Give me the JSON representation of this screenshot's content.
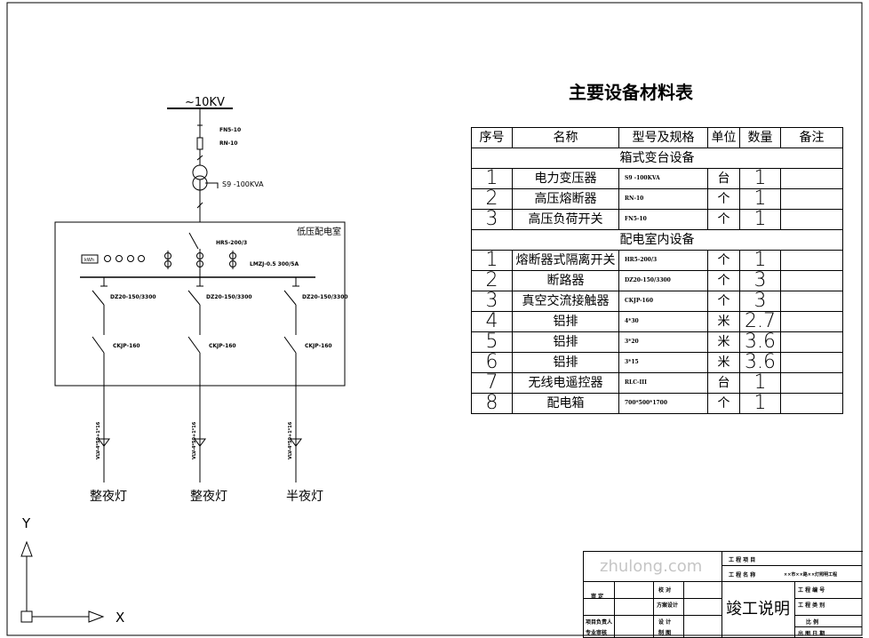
{
  "diagram": {
    "source_voltage": "~10KV",
    "load_switch": "FN5-10",
    "hv_fuse": "RN-10",
    "transformer": "S9 -100KVA",
    "lv_room_label": "低压配电室",
    "isolator": "HR5-200/3",
    "meter_box": "kWh",
    "current_transformer": "LMZJ-0.5 300/5A",
    "branches": [
      {
        "breaker": "DZ20-150/3300",
        "contactor": "CKJP-160",
        "cable": "VLV-4*50+1*16",
        "load": "整夜灯"
      },
      {
        "breaker": "DZ20-150/3300",
        "contactor": "CKJP-160",
        "cable": "VLV-4*50+1*16",
        "load": "整夜灯"
      },
      {
        "breaker": "DZ20-150/3300",
        "contactor": "CKJP-160",
        "cable": "VLV-4*50+1*16",
        "load": "半夜灯"
      }
    ],
    "axis": {
      "y": "Y",
      "x": "X"
    }
  },
  "table": {
    "title": "主要设备材料表",
    "headers": [
      "序号",
      "名称",
      "型号及规格",
      "单位",
      "数量",
      "备注"
    ],
    "sections": [
      {
        "name": "箱式变台设备",
        "rows": [
          {
            "no": "1",
            "name": "电力变压器",
            "spec": "S9 -100KVA",
            "unit": "台",
            "qty": "1",
            "note": ""
          },
          {
            "no": "2",
            "name": "高压熔断器",
            "spec": "RN-10",
            "unit": "个",
            "qty": "1",
            "note": ""
          },
          {
            "no": "3",
            "name": "高压负荷开关",
            "spec": "FN5-10",
            "unit": "个",
            "qty": "1",
            "note": ""
          }
        ]
      },
      {
        "name": "配电室内设备",
        "rows": [
          {
            "no": "1",
            "name": "熔断器式隔离开关",
            "spec": "HR5-200/3",
            "unit": "个",
            "qty": "1",
            "note": ""
          },
          {
            "no": "2",
            "name": "断路器",
            "spec": "DZ20-150/3300",
            "unit": "个",
            "qty": "3",
            "note": ""
          },
          {
            "no": "3",
            "name": "真空交流接触器",
            "spec": "CKJP-160",
            "unit": "个",
            "qty": "3",
            "note": ""
          },
          {
            "no": "4",
            "name": "铝排",
            "spec": "4*30",
            "unit": "米",
            "qty": "2.7",
            "note": ""
          },
          {
            "no": "5",
            "name": "铝排",
            "spec": "3*20",
            "unit": "米",
            "qty": "3.6",
            "note": ""
          },
          {
            "no": "6",
            "name": "铝排",
            "spec": "3*15",
            "unit": "米",
            "qty": "3.6",
            "note": ""
          },
          {
            "no": "7",
            "name": "无线电遥控器",
            "spec": "RLC-III",
            "unit": "台",
            "qty": "1",
            "note": ""
          },
          {
            "no": "8",
            "name": "配电箱",
            "spec": "700*500*1700",
            "unit": "个",
            "qty": "1",
            "note": ""
          }
        ]
      }
    ]
  },
  "title_block": {
    "project_item": "工 程 项 目",
    "project_name_label": "工 程 名 称",
    "project_name": "××市××路××灯照明工程",
    "review": "审 定",
    "proofread": "校 对",
    "scheme_design": "方案设计",
    "project_lead": "项目负责人",
    "design": "设 计",
    "professional_review": "专业审核",
    "drawing": "制 图",
    "drawing_title": "竣工说明",
    "drawing_no": "工 程 编 号",
    "drawing_type": "工 程 类 别",
    "scale": "比 例",
    "date": "出 图 日 期",
    "watermark": "zhulong.com"
  }
}
